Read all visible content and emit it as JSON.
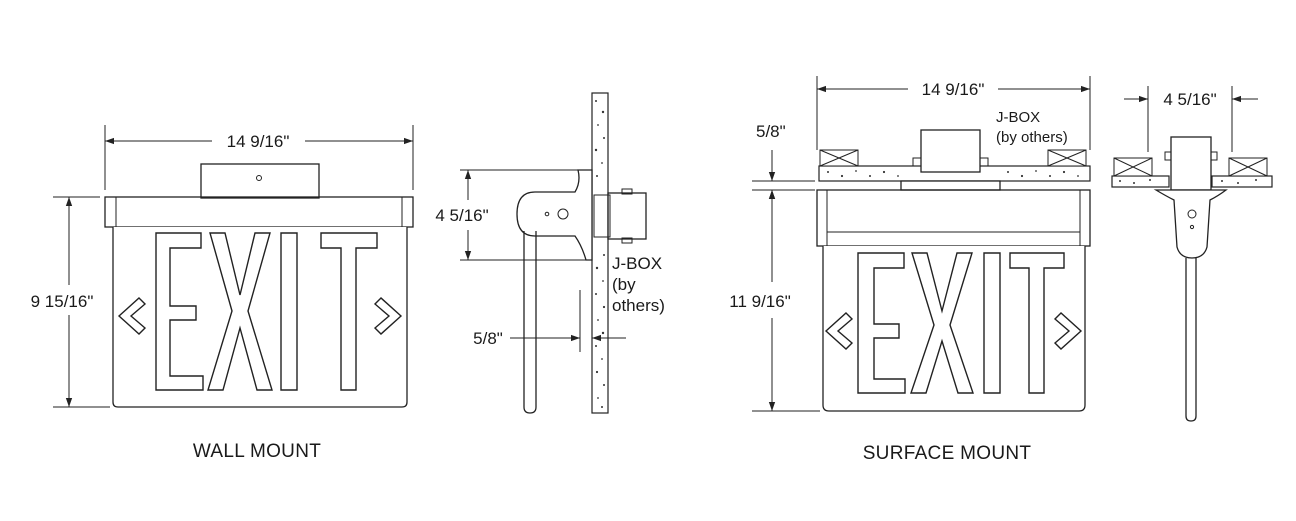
{
  "wall_mount": {
    "caption": "WALL MOUNT",
    "width_label": "14 9/16\"",
    "height_label": "9 15/16\"",
    "sign_text": "EXIT"
  },
  "side_wall": {
    "depth_label": "4 5/16\"",
    "jbox_label_line1": "J-BOX",
    "jbox_label_line2": "(by",
    "jbox_label_line3": "others)",
    "thickness_label": "5/8\""
  },
  "surface_mount": {
    "caption": "SURFACE MOUNT",
    "width_label": "14 9/16\"",
    "height_label": "11 9/16\"",
    "thickness_label": "5/8\"",
    "jbox_label_line1": "J-BOX",
    "jbox_label_line2": "(by others)",
    "sign_text": "EXIT"
  },
  "side_surface": {
    "width_label": "4 5/16\""
  }
}
